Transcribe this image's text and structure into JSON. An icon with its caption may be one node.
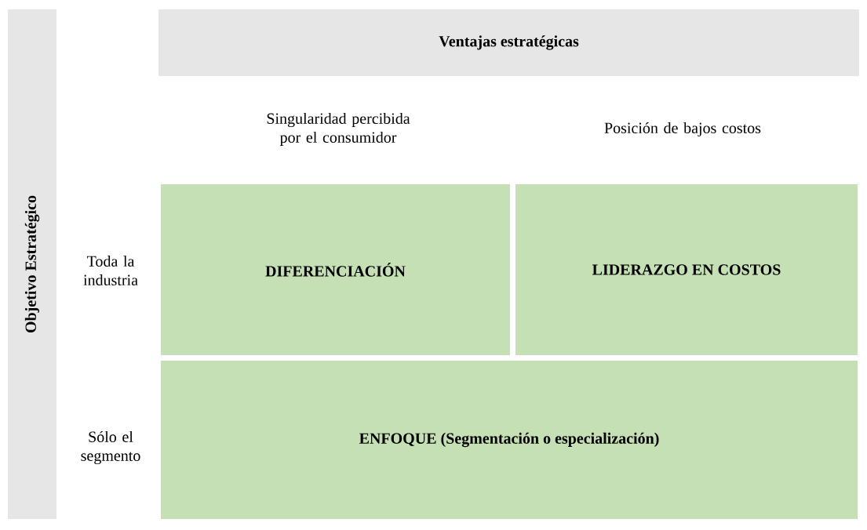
{
  "diagram": {
    "nodes": [
      {
        "text": [
          "Ventajas estratégicas"
        ]
      },
      {
        "text": [
          "Objetivo Estratégico"
        ]
      },
      {
        "text": [
          "DIFERENCIACIÓN"
        ]
      },
      {
        "text": [
          "LIDERAZGO EN COSTOS"
        ]
      },
      {
        "text": [
          "ENFOQUE (Segmentación o especialización)"
        ]
      }
    ],
    "labels": [
      "Singularidad percibida por el consumidor",
      "Posición de bajos costos",
      "Toda la industria",
      "Sólo el segmento"
    ]
  }
}
